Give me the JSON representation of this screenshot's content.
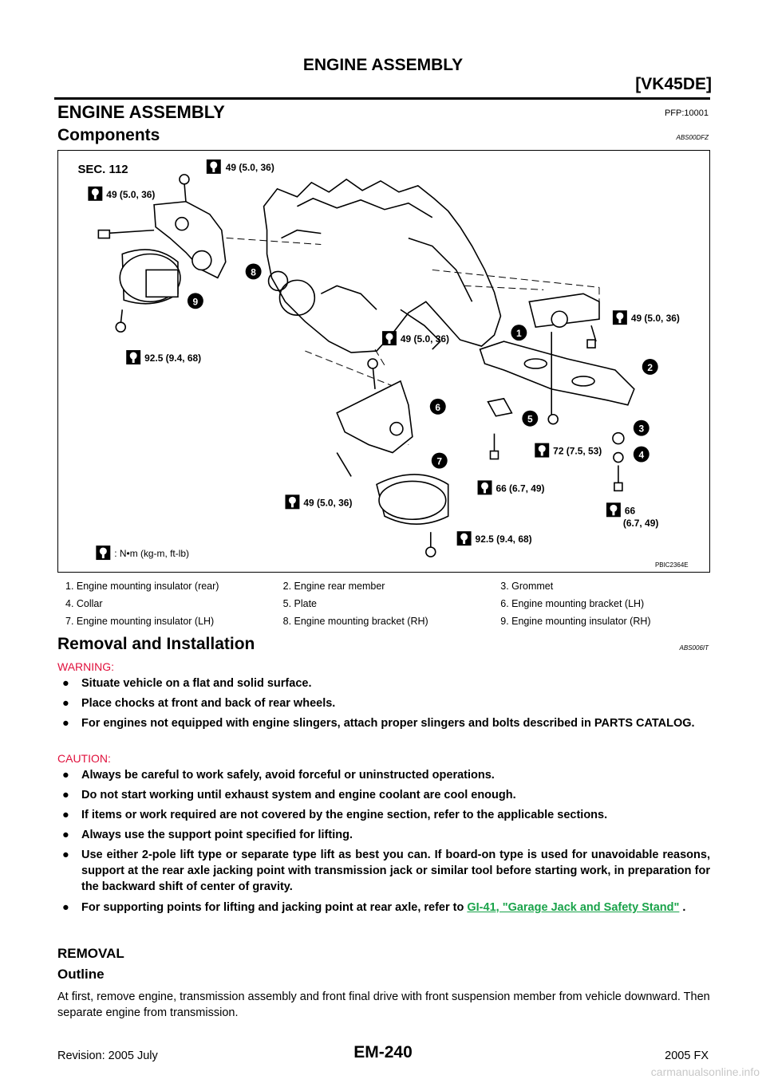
{
  "header": {
    "title": "ENGINE ASSEMBLY",
    "code": "[VK45DE]"
  },
  "section": {
    "title": "ENGINE ASSEMBLY",
    "pfp": "PFP:10001"
  },
  "components": {
    "title": "Components",
    "ref": "ABS00DFZ"
  },
  "figure": {
    "sec": "SEC. 112",
    "torques": {
      "t_top": "49 (5.0, 36)",
      "t_left": "49 (5.0, 36)",
      "t_right": "49 (5.0, 36)",
      "t_92_left": "92.5 (9.4, 68)",
      "t_mid": "49 (5.0, 36)",
      "t_72": "72 (7.5, 53)",
      "t_66a": "66 (6.7, 49)",
      "t_66b_1": "66",
      "t_66b_2": "(6.7, 49)",
      "t_bottom_left": "49 (5.0, 36)",
      "t_92_bottom": "92.5 (9.4, 68)"
    },
    "unit_legend": ": N•m (kg-m, ft-lb)",
    "code": "PBIC2364E",
    "callouts": [
      "1",
      "2",
      "3",
      "4",
      "5",
      "6",
      "7",
      "8",
      "9"
    ]
  },
  "legend": [
    [
      "1.  Engine mounting insulator (rear)",
      "2.  Engine rear member",
      "3.  Grommet"
    ],
    [
      "4.  Collar",
      "5.  Plate",
      "6.  Engine mounting bracket (LH)"
    ],
    [
      "7.  Engine mounting insulator (LH)",
      "8.  Engine mounting bracket (RH)",
      "9.  Engine mounting insulator (RH)"
    ]
  ],
  "removal": {
    "title": "Removal and Installation",
    "ref": "ABS006IT"
  },
  "warning": {
    "label": "WARNING:",
    "items": [
      "Situate vehicle on a flat and solid surface.",
      "Place chocks at front and back of rear wheels.",
      "For engines not equipped with engine slingers, attach proper slingers and bolts described in PARTS CATALOG."
    ]
  },
  "caution": {
    "label": "CAUTION:",
    "items": [
      "Always be careful to work safely, avoid forceful or uninstructed operations.",
      "Do not start working until exhaust system and engine coolant are cool enough.",
      "If items or work required are not covered by the engine section, refer to the applicable sections.",
      "Always use the support point specified for lifting.",
      "Use either 2-pole lift type or separate type lift as best you can. If board-on type is used for unavoidable reasons, support at the rear axle jacking point with transmission jack or similar tool before starting work, in preparation for the backward shift of center of gravity."
    ],
    "last_prefix": "For supporting points for lifting and jacking point at rear axle, refer to ",
    "last_link": "GI-41, \"Garage Jack and Safety Stand\"",
    "last_suffix": " ."
  },
  "removal_heading": "REMOVAL",
  "outline_heading": "Outline",
  "outline_text": "At first, remove engine, transmission assembly and front final drive with front suspension member from vehicle downward. Then separate engine from transmission.",
  "footer": {
    "revision": "Revision: 2005 July",
    "page": "EM-240",
    "model": "2005 FX"
  },
  "watermark": "carmanualsonline.info"
}
